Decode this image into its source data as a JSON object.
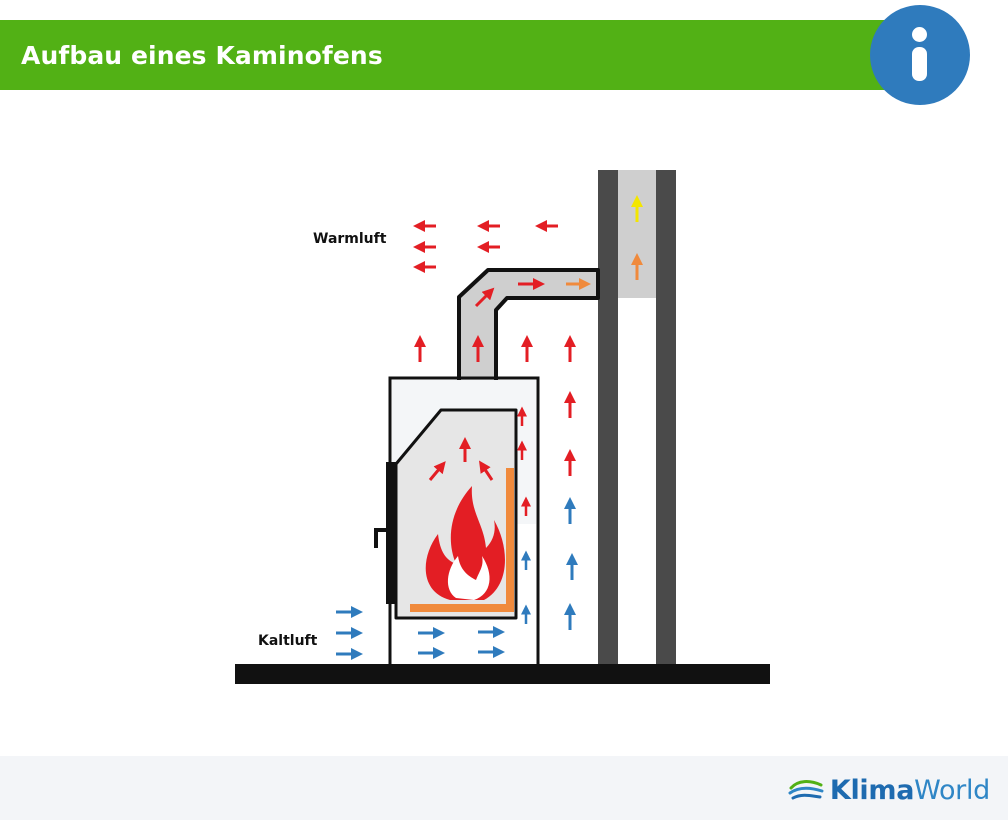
{
  "header": {
    "title": "Aufbau eines Kaminofens",
    "bar_color": "#52b115",
    "info_icon": "info-icon"
  },
  "diagram": {
    "labels": {
      "warm_air": "Warmluft",
      "cold_air": "Kaltluft"
    },
    "colors": {
      "warm_arrow": "#e31e24",
      "cold_arrow": "#2f7bbd",
      "flue_orange": "#f08a3c",
      "flue_yellow": "#f3e600",
      "pipe_fill": "#cfcfcf",
      "stove_fill": "#e6e6e6",
      "chimney_wall": "#4a4a4a",
      "floor": "#111111"
    }
  },
  "footer": {
    "brand_bold": "Klima",
    "brand_light": "World",
    "brand_icon": "klimaworld-logo-icon"
  }
}
